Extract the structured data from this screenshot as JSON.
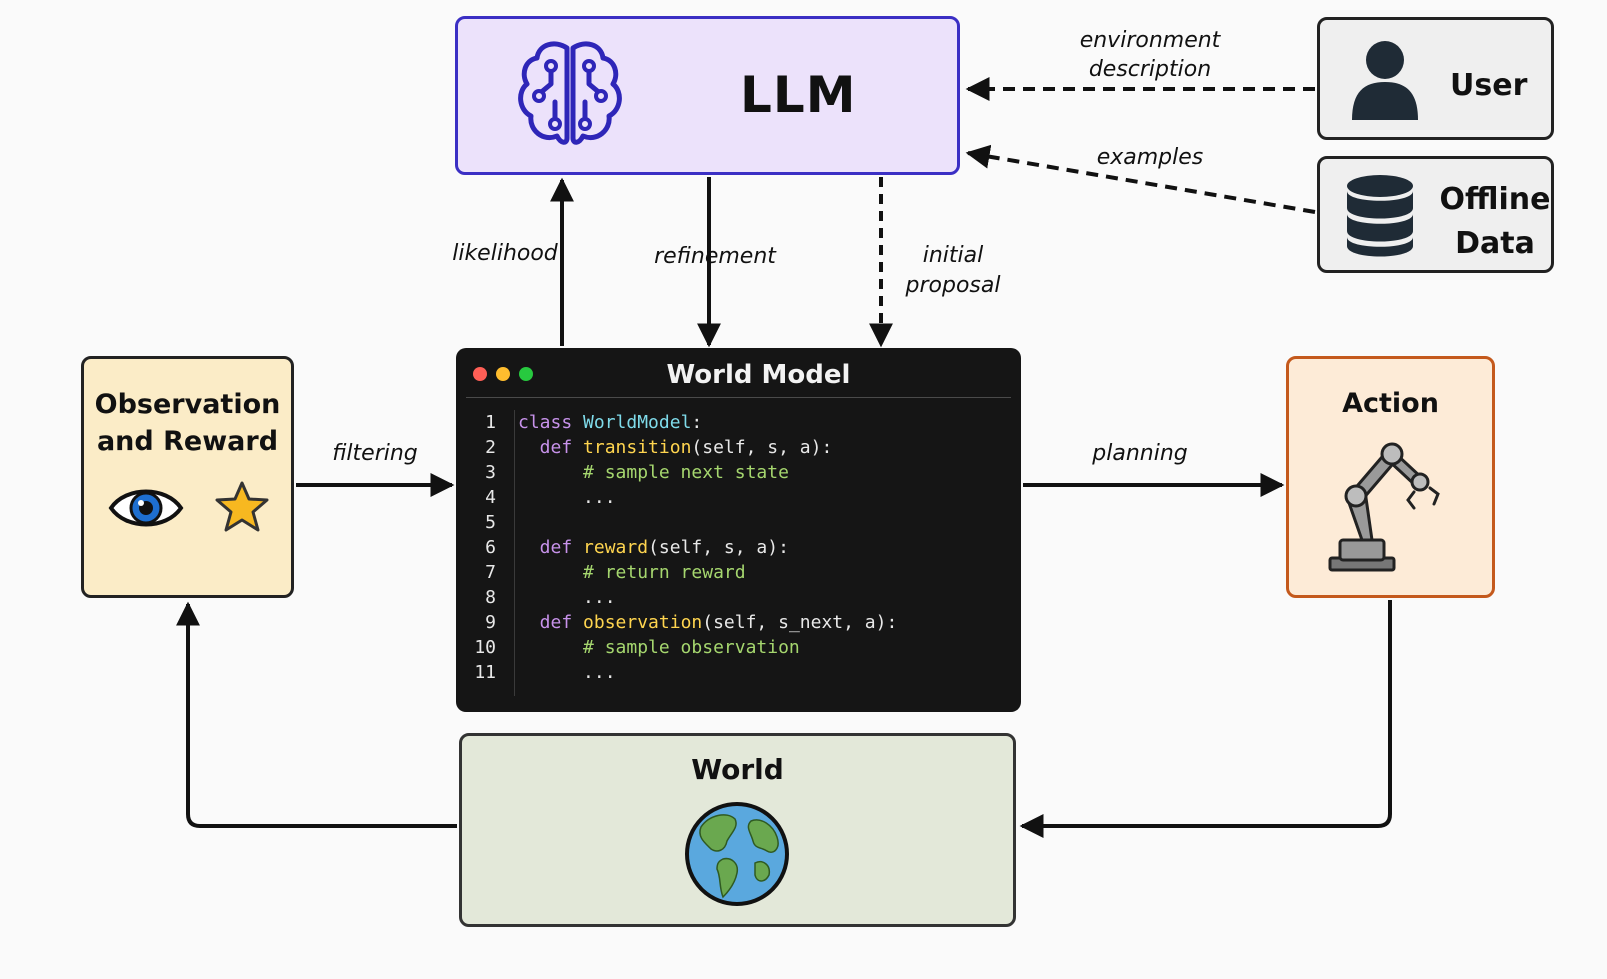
{
  "nodes": {
    "llm": "LLM",
    "user": "User",
    "offline_data": [
      "Offline",
      "Data"
    ],
    "observation": [
      "Observation",
      "and Reward"
    ],
    "action": "Action",
    "world": "World",
    "world_model": "World Model"
  },
  "edge_labels": {
    "environment_description": [
      "environment",
      "description"
    ],
    "examples": "examples",
    "likelihood": "likelihood",
    "refinement": "refinement",
    "initial_proposal": [
      "initial",
      "proposal"
    ],
    "filtering": "filtering",
    "planning": "planning"
  },
  "code": {
    "line_numbers": [
      "1",
      "2",
      "3",
      "4",
      "5",
      "6",
      "7",
      "8",
      "9",
      "10",
      "11"
    ],
    "lines": [
      [
        {
          "t": "class ",
          "c": "kw"
        },
        {
          "t": "WorldModel",
          "c": "cls"
        },
        {
          "t": ":",
          "c": ""
        }
      ],
      [
        {
          "t": "  def ",
          "c": "kw"
        },
        {
          "t": "transition",
          "c": "fn"
        },
        {
          "t": "(self, s, a):",
          "c": ""
        }
      ],
      [
        {
          "t": "      # sample next state",
          "c": "cm"
        }
      ],
      [
        {
          "t": "      ...",
          "c": ""
        }
      ],
      [],
      [
        {
          "t": "  def ",
          "c": "kw"
        },
        {
          "t": "reward",
          "c": "fn"
        },
        {
          "t": "(self, s, a):",
          "c": ""
        }
      ],
      [
        {
          "t": "      # return reward",
          "c": "cm"
        }
      ],
      [
        {
          "t": "      ...",
          "c": ""
        }
      ],
      [
        {
          "t": "  def ",
          "c": "kw"
        },
        {
          "t": "observation",
          "c": "fn"
        },
        {
          "t": "(self, s_next, a):",
          "c": ""
        }
      ],
      [
        {
          "t": "      # sample observation",
          "c": "cm"
        }
      ],
      [
        {
          "t": "      ...",
          "c": ""
        }
      ]
    ]
  },
  "icons": {
    "llm": "brain-icon",
    "user": "user-icon",
    "offline_data": "database-icon",
    "observation": [
      "eye-icon",
      "star-icon"
    ],
    "action": "robot-arm-icon",
    "world": "globe-icon"
  },
  "colors": {
    "llm_fill": "#ece2fb",
    "llm_border": "#3b2fc4",
    "observation_fill": "#fbecc7",
    "action_fill": "#fdebd7",
    "action_border": "#c4591c",
    "world_fill": "#e3e8d9",
    "code_bg": "#151515"
  }
}
